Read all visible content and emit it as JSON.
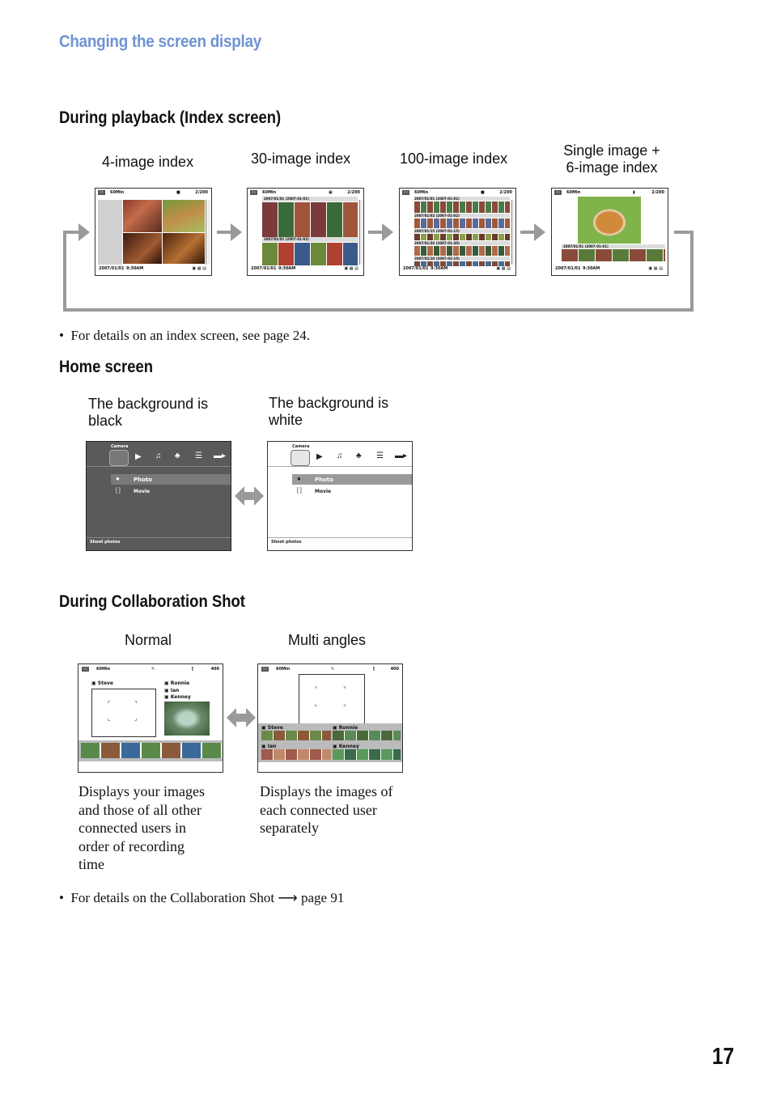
{
  "header": {
    "title": "Changing the screen display"
  },
  "playback": {
    "title": "During playback (Index screen)",
    "items": [
      {
        "label": "4-image index"
      },
      {
        "label": "30-image index"
      },
      {
        "label": "100-image index"
      },
      {
        "label_line1": "Single image +",
        "label_line2": "6-image index"
      }
    ],
    "screen": {
      "remaining": "60Min",
      "counter": "2/200",
      "date_bottom": "2007/01/01",
      "time_bottom": "9:30AM",
      "group_dates": [
        "2007/01/01 (2007-01-01)",
        "2007/01/02 (2007-01-02)",
        "2007/01/15 (2007-01-15)",
        "2007/01/30 (2007-01-30)",
        "2007/02/10 (2007-02-10)"
      ]
    },
    "note": "For details on an index screen, see page 24."
  },
  "home": {
    "title": "Home screen",
    "black_caption_line1": "The background is",
    "black_caption_line2": "black",
    "white_caption_line1": "The background is",
    "white_caption_line2": "white",
    "screen": {
      "category": "Camera",
      "item1": "Photo",
      "item2": "Movie",
      "footer": "Shoot photos"
    }
  },
  "collab": {
    "title": "During Collaboration Shot",
    "normal_label": "Normal",
    "multi_label": "Multi angles",
    "screen": {
      "remaining": "60Min",
      "shots": "400",
      "users": [
        "Steve",
        "Ronnie",
        "Ian",
        "Kenney"
      ]
    },
    "normal_desc": [
      "Displays your images",
      "and those of all other",
      "connected users in",
      "order of recording",
      "time"
    ],
    "multi_desc": [
      "Displays the images of",
      "each connected user",
      "separately"
    ],
    "note_prefix": "For details on the Collaboration Shot",
    "note_suffix": "page 91"
  },
  "page_number": "17"
}
